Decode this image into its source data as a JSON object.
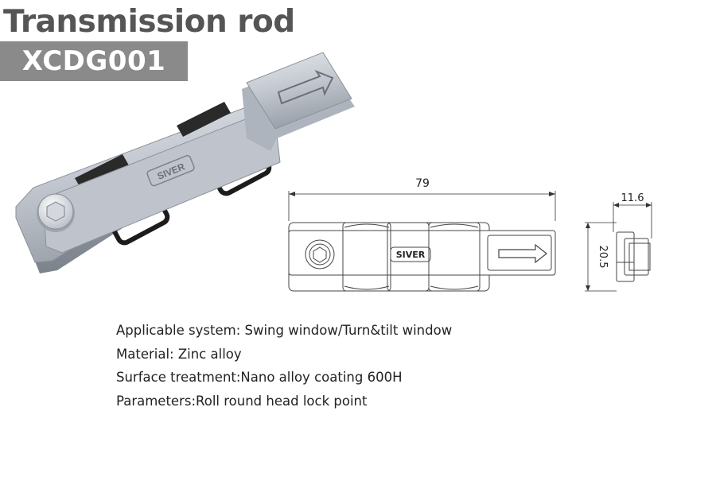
{
  "header": {
    "title": "Transmission rod",
    "model_code": "XCDG001"
  },
  "product": {
    "brand_label": "SIVER",
    "direction_icon": "arrow-right-icon"
  },
  "drawing": {
    "length_label": "79",
    "depth_label": "11.6",
    "height_label": "20.5",
    "brand_label": "SIVER"
  },
  "specs": [
    {
      "label": "Applicable system: Swing window/Turn&tilt window"
    },
    {
      "label": "Material: Zinc alloy"
    },
    {
      "label": "Surface treatment:Nano alloy coating 600H"
    },
    {
      "label": "Parameters:Roll round head lock point"
    }
  ]
}
